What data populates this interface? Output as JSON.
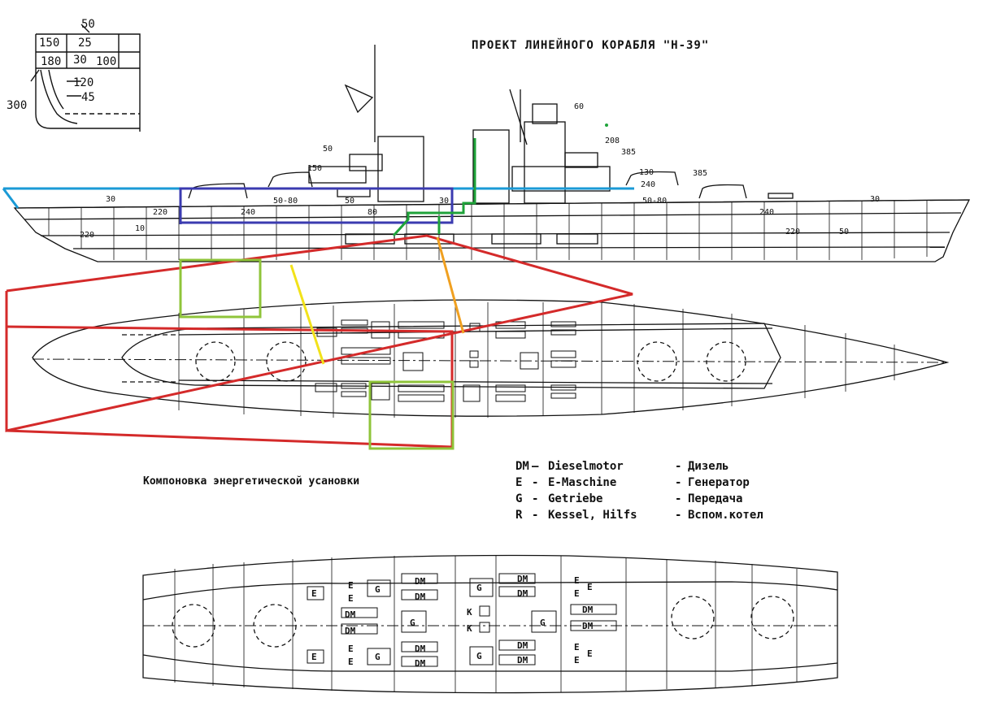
{
  "title": "ПРОЕКТ ЛИНЕЙНОГО КОРАБЛЯ \"Н-39\"",
  "caption": "Компоновка энергетической усановки",
  "legend": [
    {
      "abbr": "DM",
      "de": "Dieselmotor",
      "ru": "Дизель"
    },
    {
      "abbr": "E",
      "de": "E-Maschine",
      "ru": "Генератор"
    },
    {
      "abbr": "G",
      "de": "Getriebe",
      "ru": "Передача"
    },
    {
      "abbr": "R",
      "de": "Kessel, Hilfs",
      "ru": "Вспом.котел"
    }
  ],
  "armor_section": {
    "labels": [
      "50",
      "150",
      "25",
      "180",
      "30",
      "100",
      "120",
      "45",
      "300"
    ]
  },
  "profile_labels": [
    "60",
    "208",
    "385",
    "50",
    "150",
    "130",
    "385",
    "240",
    "30",
    "220",
    "240",
    "50-80",
    "50",
    "80",
    "30",
    "50-80",
    "240",
    "220",
    "50",
    "30",
    "220",
    "10"
  ],
  "plan_labels": {
    "DM": "DM",
    "E": "E",
    "G": "G",
    "K": "K"
  },
  "highlight_colors": {
    "cyan": "#1a9ad6",
    "blue": "#3b3bb0",
    "green": "#1fa33a",
    "red": "#d42a2a",
    "lime": "#8fc43a",
    "yellow": "#f2e21a",
    "orange": "#f0a020"
  }
}
